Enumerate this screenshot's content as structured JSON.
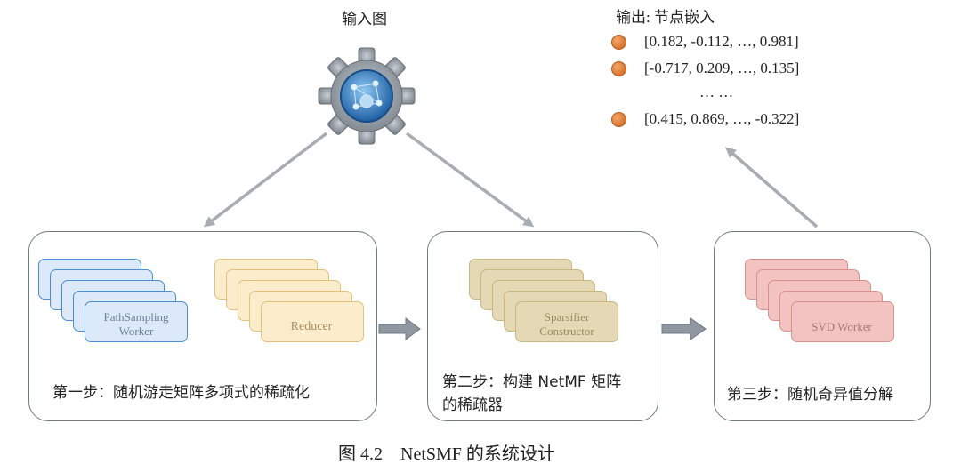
{
  "input": {
    "label": "输入图"
  },
  "output": {
    "label": "输出: 节点嵌入",
    "rows": [
      "[0.182, -0.112, …, 0.981]",
      "[-0.717, 0.209, …, 0.135]",
      "[0.415, 0.869, …, -0.322]"
    ],
    "ellipsis": "… …"
  },
  "step1": {
    "worker_label": "PathSampling Worker",
    "reducer_label": "Reducer",
    "caption": "第一步：随机游走矩阵多项式的稀疏化"
  },
  "step2": {
    "worker_label": "Sparsifier Constructor",
    "caption_line1": "第二步：构建 NetMF 矩阵",
    "caption_line2": "的稀疏器"
  },
  "step3": {
    "worker_label": "SVD Worker",
    "caption": "第三步：随机奇异值分解"
  },
  "figure_caption": "图 4.2    NetSMF 的系统设计",
  "colors": {
    "arrow": "#a7adb3",
    "panel_border": "#6f7a86",
    "dot": "#e07b34"
  }
}
